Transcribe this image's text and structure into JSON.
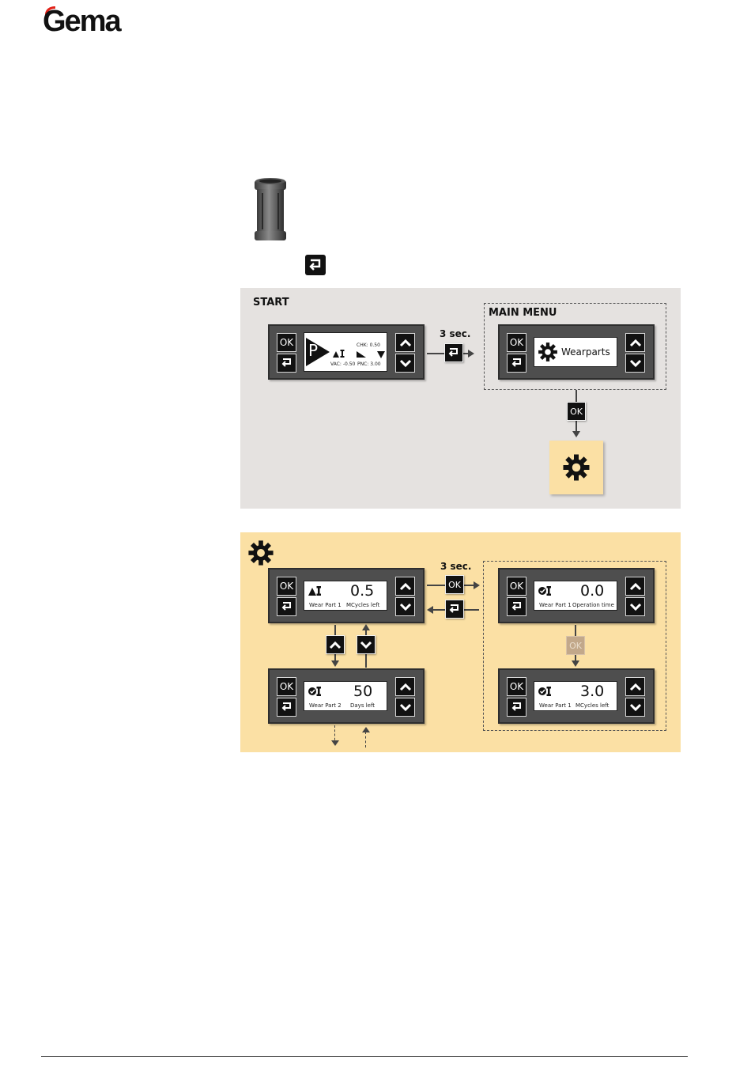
{
  "logo": {
    "text": "Gema",
    "accent_color": "#e2231a"
  },
  "start_panel": {
    "label": "START",
    "main_menu_label": "MAIN MENU",
    "hold_label": "3 sec.",
    "ok_label": "OK",
    "start_device": {
      "program_letter": "P",
      "chk": "CHK: 0.50",
      "vac": "VAC: -0.50",
      "pnc": "PNC: 3.00"
    },
    "menu_device": {
      "text": "Wearparts"
    },
    "background": "#e5e2e0"
  },
  "wear_panel": {
    "hold_label": "3 sec.",
    "ok_label": "OK",
    "background": "#fbe0a4",
    "devices": [
      {
        "value": "0.5",
        "part": "Wear Part 1",
        "unit": "MCycles left",
        "status": "warning"
      },
      {
        "value": "0.0",
        "part": "Wear Part 1",
        "unit": "Operation time",
        "status": "ok"
      },
      {
        "value": "50",
        "part": "Wear Part 2",
        "unit": "Days left",
        "status": "ok"
      },
      {
        "value": "3.0",
        "part": "Wear Part 1",
        "unit": "MCycles left",
        "status": "ok"
      }
    ]
  },
  "device_buttons": {
    "ok": "OK"
  },
  "icons": [
    "gear-icon",
    "back-icon",
    "up-arrow-icon",
    "down-arrow-icon",
    "wrench-icon",
    "warning-icon",
    "check-icon",
    "part-image"
  ]
}
